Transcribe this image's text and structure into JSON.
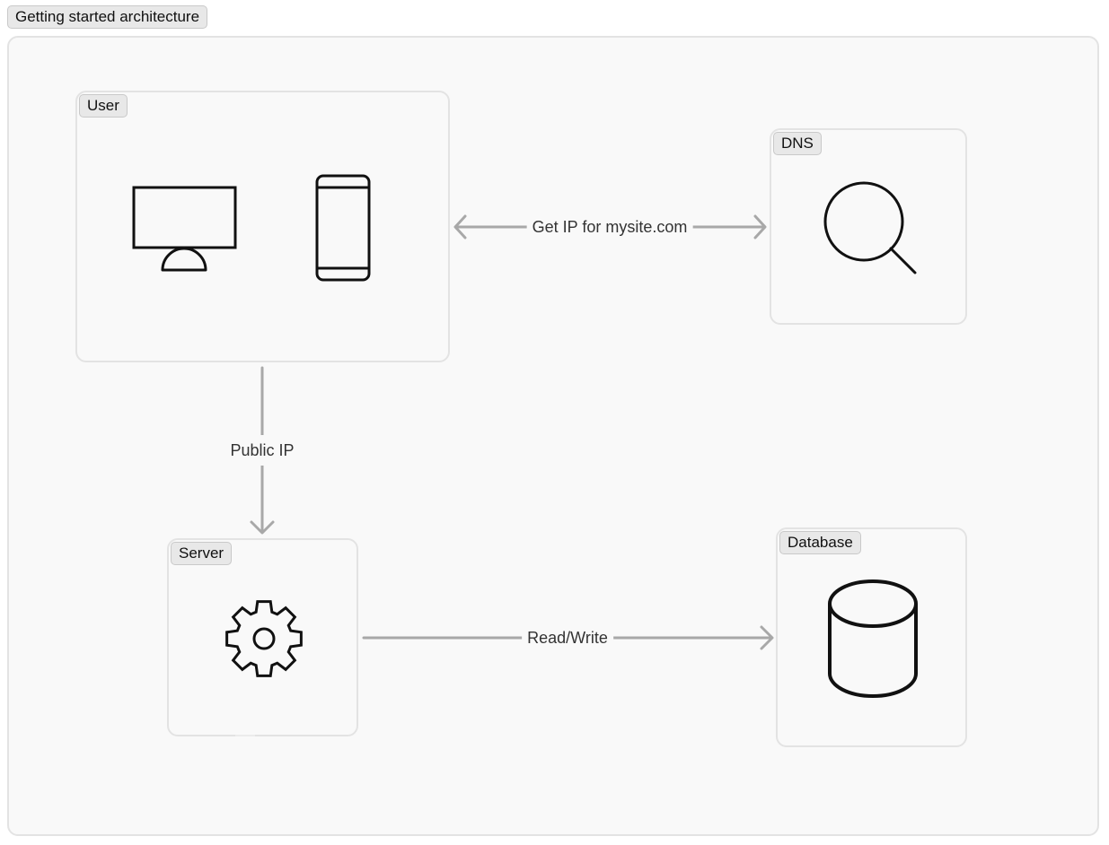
{
  "diagram": {
    "title": "Getting started architecture",
    "nodes": {
      "user": {
        "label": "User",
        "icons": [
          "monitor-icon",
          "smartphone-icon"
        ]
      },
      "dns": {
        "label": "DNS",
        "icons": [
          "search-icon"
        ]
      },
      "server": {
        "label": "Server",
        "icons": [
          "gear-icon"
        ]
      },
      "database": {
        "label": "Database",
        "icons": [
          "database-icon"
        ]
      }
    },
    "edges": {
      "user_dns": {
        "label": "Get IP for mysite.com",
        "direction": "both"
      },
      "user_server": {
        "label": "Public IP",
        "direction": "to-server"
      },
      "server_database": {
        "label": "Read/Write",
        "direction": "to-database"
      }
    },
    "colors": {
      "canvas": "#f9f9f9",
      "border": "#e3e3e3",
      "arrow": "#a8a8a8",
      "icon": "#111111"
    }
  }
}
